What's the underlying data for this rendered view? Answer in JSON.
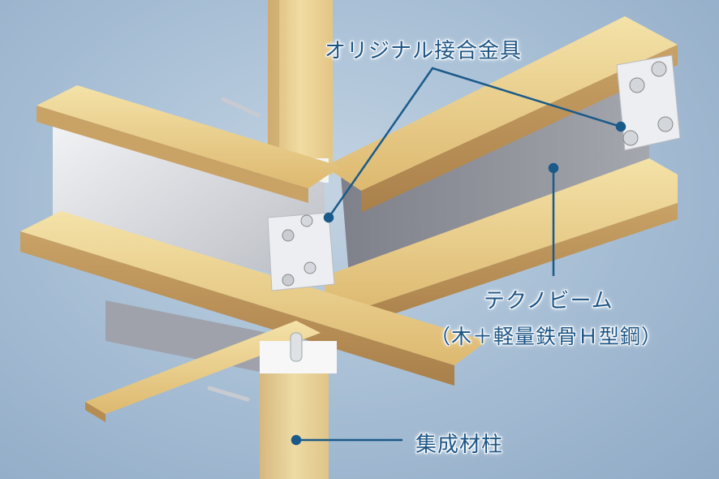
{
  "diagram": {
    "subject": "Wood + light steel H-beam joint structure",
    "colors": {
      "callout_line": "#1a5a8a",
      "label_text": "#1d5585",
      "background": "#a9c0d6",
      "wood": "#e9cf8e",
      "steel": "#d8dade"
    },
    "callouts": [
      {
        "id": "connector",
        "text": "オリジナル接合金具"
      },
      {
        "id": "beam_line1",
        "text": "テクノビーム"
      },
      {
        "id": "beam_line2",
        "text": "（木＋軽量鉄骨Ｈ型鋼）"
      },
      {
        "id": "column",
        "text": "集成材柱"
      }
    ]
  }
}
